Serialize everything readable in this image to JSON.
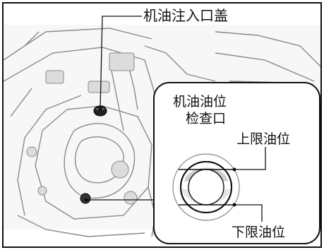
{
  "labels": {
    "oil_filler_cap": "机油注入口盖",
    "inspection_window_line1": "机油油位",
    "inspection_window_line2": "检查口",
    "upper_level": "上限油位",
    "lower_level": "下限油位"
  },
  "colors": {
    "line": "#111111",
    "engine_stroke": "#8a8a8a",
    "engine_shade": "#dcdcdc",
    "background": "#ffffff"
  }
}
